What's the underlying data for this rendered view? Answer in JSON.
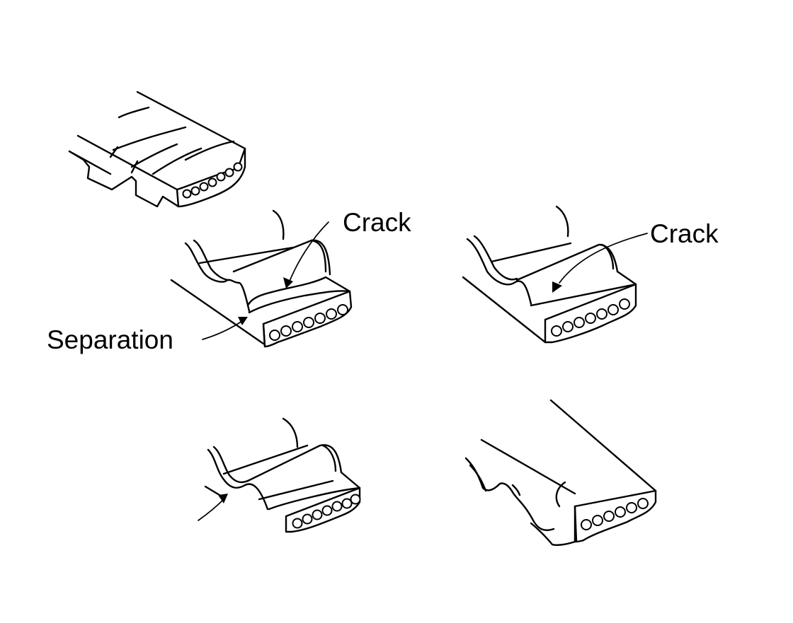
{
  "diagram": {
    "labels": {
      "crack_left": "Crack",
      "crack_right": "Crack",
      "separation": "Separation"
    },
    "ink_color": "#000000",
    "background_color": "#ffffff"
  }
}
